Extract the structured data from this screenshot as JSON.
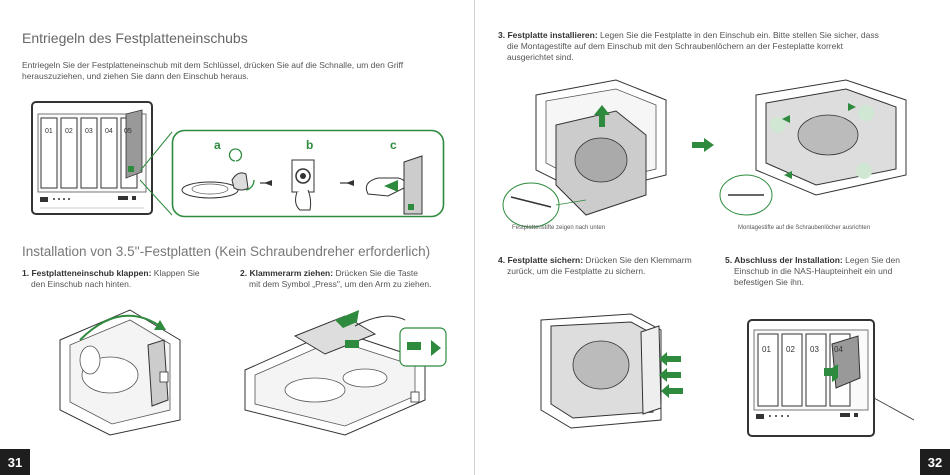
{
  "left_page": {
    "title": "Entriegeln des Festplatteneinschubs",
    "intro_line1": "Entriegeln Sie der Festplatteneinschub mit dem Schlüssel, drücken Sie auf die Schnalle, um den Griff",
    "intro_line2": "herauszuziehen, und ziehen Sie dann den Einschub heraus.",
    "bay_labels": [
      "01",
      "02",
      "03",
      "04",
      "05"
    ],
    "steps_abc": [
      "a",
      "b",
      "c"
    ],
    "section_title": "Installation von 3.5''-Festplatten (Kein Schraubendreher erforderlich)",
    "step1_label": "1. Festplatteneinschub klappen:",
    "step1_text1": "Klappen Sie",
    "step1_text2": "den Einschub nach hinten.",
    "step2_label": "2. Klammerarm ziehen:",
    "step2_text1": "Drücken Sie die Taste",
    "step2_text2": "mit dem Symbol „Press\", um den Arm zu ziehen.",
    "page_number": "31"
  },
  "right_page": {
    "step3_label": "3. Festplatte installieren:",
    "step3_text1": "Legen Sie die Festplatte in den Einschub ein. Bitte stellen Sie sicher, dass",
    "step3_text2": "die Montagestifte auf dem Einschub mit den Schraubenlöchern an der Festeplatte korrekt",
    "step3_text3": "ausgerichtet sind.",
    "caption_left": "Festplattenstifte zeigen nach unten",
    "caption_right": "Montagestifte auf die Schraubenlöcher ausrichten",
    "step4_label": "4. Festplatte sichern:",
    "step4_text1": "Drücken Sie den Klemmarm",
    "step4_text2": "zurück, um die Festplatte zu sichern.",
    "step5_label": "5. Abschluss der Installation:",
    "step5_text1": "Legen Sie den",
    "step5_text2": "Einschub in die NAS-Haupteinheit ein und",
    "step5_text3": "befestigen Sie ihn.",
    "bay_labels": [
      "01",
      "02",
      "03",
      "04"
    ],
    "page_number": "32"
  },
  "colors": {
    "accent_green": "#2e8b3e",
    "page_number_bg": "#1e1e1e",
    "line": "#444444"
  }
}
